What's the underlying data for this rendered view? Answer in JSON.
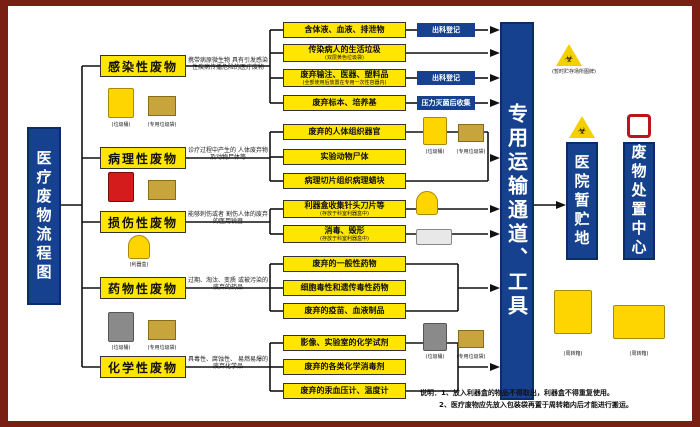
{
  "left_title": "医疗废物流程图",
  "categories": [
    {
      "label": "感染性废物",
      "desc": "携带病原微生物 具有引发感染性疾病传播危险的医疗废物"
    },
    {
      "label": "病理性废物",
      "desc": "诊疗过程中产生的 人体废弃物及动物尸体等"
    },
    {
      "label": "损伤性废物",
      "desc": "能够刺伤或者 割伤人体的废弃的医用锐器"
    },
    {
      "label": "药物性废物",
      "desc": "过期、淘汰、变质 或被污染的废弃的药品"
    },
    {
      "label": "化学性废物",
      "desc": "具毒性、腐蚀性、 易燃易爆的废弃化学品"
    }
  ],
  "items": [
    {
      "text": "含体液、血液、排泄物",
      "sub": ""
    },
    {
      "text": "传染病人的生活垃圾",
      "sub": "(双层黄色垃圾袋)"
    },
    {
      "text": "废弃输注、医器、塑料品",
      "sub": "(全部使用后放置在专用一次性容器内)"
    },
    {
      "text": "废弃标本、培养基",
      "sub": ""
    },
    {
      "text": "废弃的人体组织器官",
      "sub": ""
    },
    {
      "text": "实验动物尸体",
      "sub": ""
    },
    {
      "text": "病理切片组织病理蜡块",
      "sub": ""
    },
    {
      "text": "利器盒收集针头刀片等",
      "sub": "(存放于科室利器盒中)"
    },
    {
      "text": "消毒、毁形",
      "sub": "(存放于科室利器盒中)"
    },
    {
      "text": "废弃的一般性药物",
      "sub": ""
    },
    {
      "text": "细胞毒性和遗传毒性药物",
      "sub": ""
    },
    {
      "text": "废弃的疫苗、血液制品",
      "sub": ""
    },
    {
      "text": "影像、实验室的化学试剂",
      "sub": ""
    },
    {
      "text": "废弃的各类化学消毒剂",
      "sub": ""
    },
    {
      "text": "废弃的汞血压计、温度计",
      "sub": ""
    }
  ],
  "actions": [
    "出科登记",
    "出科登记",
    "压力灭菌后收集"
  ],
  "transport": "专用运输通道、工具",
  "storage": "医院暂贮地",
  "disposal": "废物处置中心",
  "captions": {
    "bin": "(垃圾桶)",
    "bag": "(专用垃圾袋)",
    "sharps_box": "(利器盒)",
    "turnover_box": "(周转箱)",
    "storage_sign": "(暂时贮存场所图牌)"
  },
  "note_lines": [
    "说明：1、放入利器盒的物品不得取出，利器盒不得重复使用。",
    "2、医疗废物应先放入包装袋再置于周转箱内后才能进行搬运。"
  ],
  "colors": {
    "yellow": "#ffe600",
    "blue": "#15418f",
    "frame": "#7a1f14"
  }
}
